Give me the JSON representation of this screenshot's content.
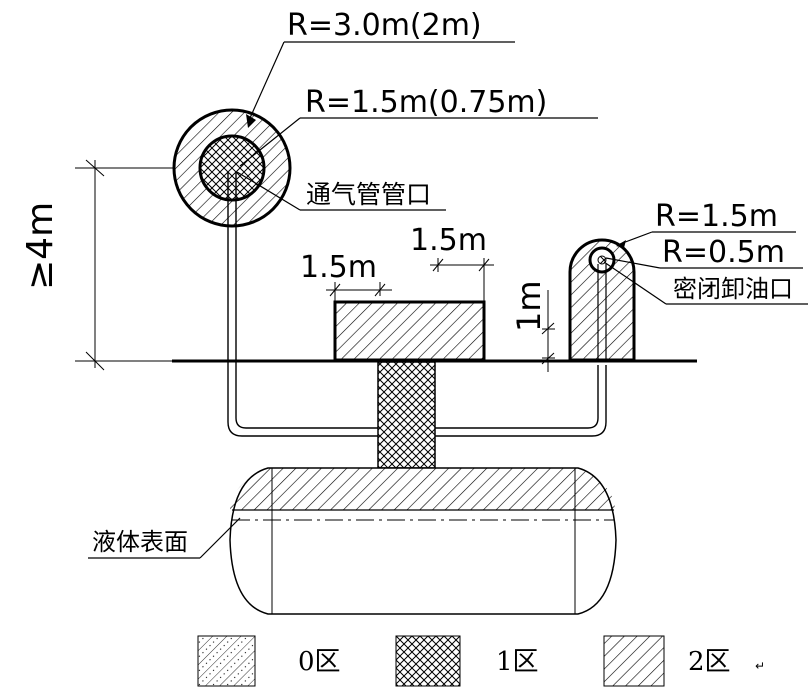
{
  "vent": {
    "outer_radius_label": "R=3.0m(2m)",
    "inner_radius_label": "R=1.5m(0.75m)",
    "name": "通气管管口"
  },
  "height_label": "≥4m",
  "dimensions": {
    "width_a": "1.5m",
    "width_b": "1.5m",
    "height_b": "1m"
  },
  "unload": {
    "outer_radius_label": "R=1.5m",
    "inner_radius_label": "R=0.5m",
    "name": "密闭卸油口"
  },
  "tank": {
    "liquid_label": "液体表面"
  },
  "legend": [
    {
      "zone": "0区",
      "pattern": "dotted-hatch"
    },
    {
      "zone": "1区",
      "pattern": "cross-hatch"
    },
    {
      "zone": "2区",
      "pattern": "diagonal-hatch"
    }
  ],
  "legend_tail": "↵"
}
